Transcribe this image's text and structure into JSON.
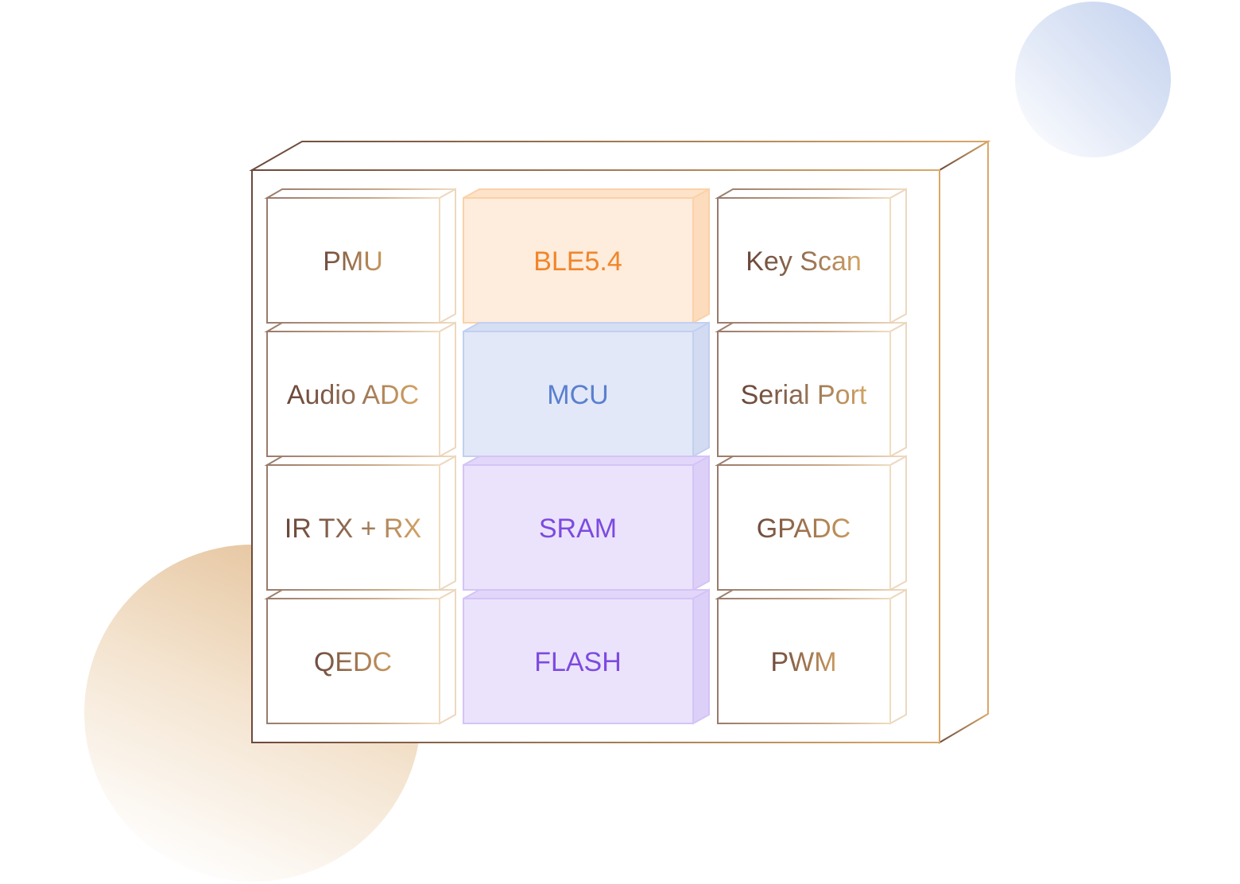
{
  "colors": {
    "outline_dark": "#6b4a3c",
    "outline_light": "#d8a66a",
    "label_dark": "#6f4b3e",
    "label_light": "#c9995e",
    "ble_text": "#f0862b",
    "ble_fill": "#feecdc",
    "ble_edge": "#fbd1a8",
    "mcu_text": "#5a7fd0",
    "mcu_fill": "#e2e8f7",
    "mcu_edge": "#c2d0ef",
    "mem_text": "#7d4ae0",
    "mem_fill": "#ebe3fc",
    "mem_edge": "#d4c4f6",
    "circle_blue": "#c4d3ee",
    "circle_tan": "#e6c8a0"
  },
  "blocks": {
    "pmu": "PMU",
    "ble": "BLE5.4",
    "key_scan": "Key Scan",
    "audio_adc": "Audio ADC",
    "mcu": "MCU",
    "serial_port": "Serial Port",
    "ir_tx_rx": "IR TX + RX",
    "sram": "SRAM",
    "gpadc": "GPADC",
    "qedc": "QEDC",
    "flash": "FLASH",
    "pwm": "PWM"
  }
}
